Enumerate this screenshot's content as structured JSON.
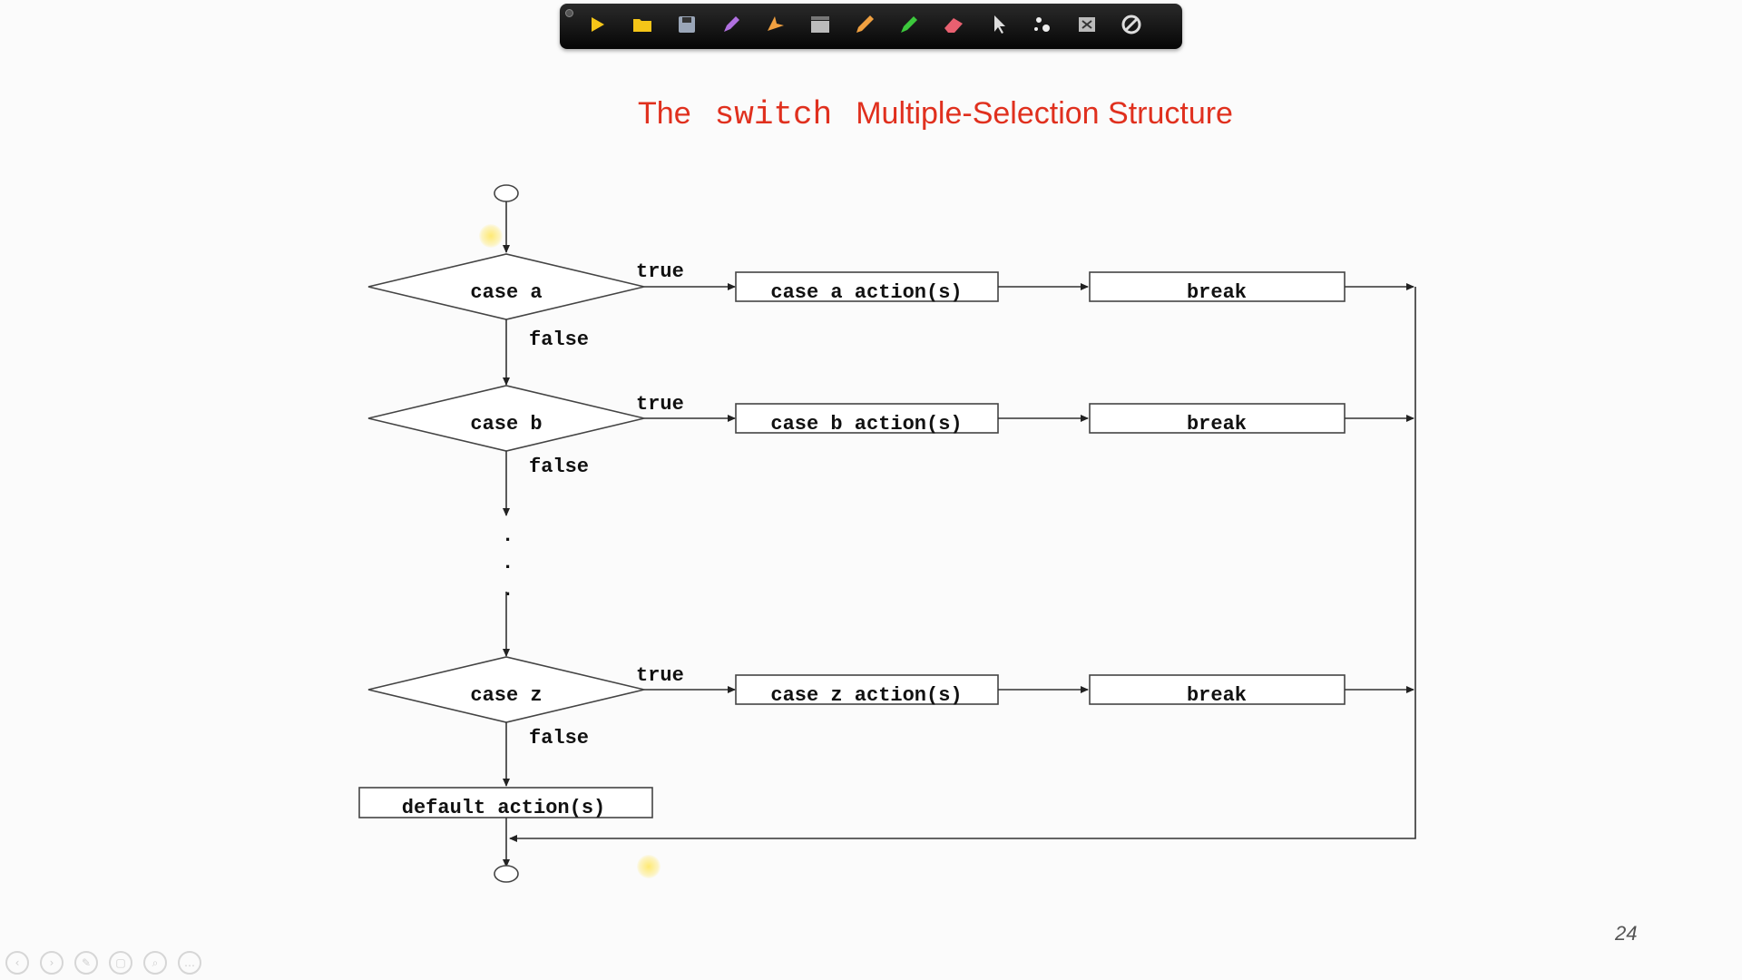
{
  "toolbar": {
    "tools": [
      {
        "icon": "next-arrow-icon",
        "color": "#f5c518"
      },
      {
        "icon": "folder-icon",
        "color": "#f5c518"
      },
      {
        "icon": "save-disk-icon",
        "color": "#9aa6b8"
      },
      {
        "icon": "pen-color-icon",
        "color": "#b070e0"
      },
      {
        "icon": "arrow-color-icon",
        "color": "#f0a040"
      },
      {
        "icon": "clapperboard-icon",
        "color": "#bbbbbb"
      },
      {
        "icon": "pencil-icon",
        "color": "#f0a040"
      },
      {
        "icon": "highlighter-icon",
        "color": "#3cc83c"
      },
      {
        "icon": "eraser-icon",
        "color": "#e86070"
      },
      {
        "icon": "pointer-icon",
        "color": "#dddddd"
      },
      {
        "icon": "laser-dots-icon",
        "color": "#eeeeee"
      },
      {
        "icon": "clear-screen-icon",
        "color": "#bbbbbb"
      },
      {
        "icon": "stop-icon",
        "color": "#dddddd"
      }
    ]
  },
  "slide": {
    "title_pre": "The",
    "title_code": "switch",
    "title_post": "Multiple-Selection Structure",
    "page_number": "24",
    "title_color": "#e0301e"
  },
  "flowchart": {
    "cases": [
      {
        "condition": "case a",
        "action": "case a action(s)",
        "break": "break",
        "true_label": "true",
        "false_label": "false"
      },
      {
        "condition": "case b",
        "action": "case b action(s)",
        "break": "break",
        "true_label": "true",
        "false_label": "false"
      },
      {
        "condition": "case z",
        "action": "case z action(s)",
        "break": "break",
        "true_label": "true",
        "false_label": "false"
      }
    ],
    "ellipsis": ".",
    "default_action": "default action(s)"
  },
  "nav": {
    "buttons": [
      "prev-icon",
      "next-icon",
      "pen-icon",
      "copy-icon",
      "zoom-icon",
      "more-icon"
    ],
    "glyphs": [
      "‹",
      "›",
      "✎",
      "▢",
      "⌕",
      "…"
    ]
  }
}
